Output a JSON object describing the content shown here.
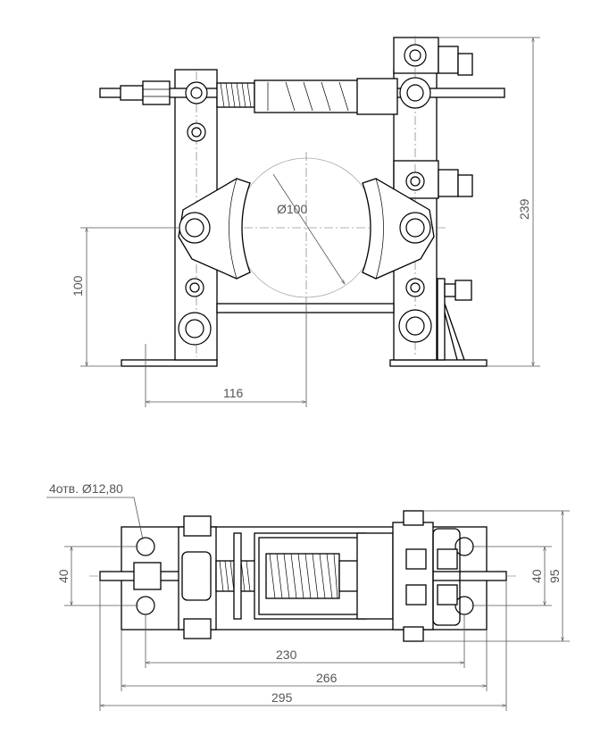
{
  "top_view": {
    "diameter_label": "Ø100",
    "height_dim": "239",
    "axis_height_dim": "100",
    "axis_offset_dim": "116"
  },
  "bottom_view": {
    "holes_label": "4отв. Ø12,80",
    "hole_spacing_left": "40",
    "hole_spacing_right": "40",
    "width_dim": "95",
    "hole_pitch_dim": "230",
    "plate_length_dim": "266",
    "overall_length_dim": "295"
  }
}
